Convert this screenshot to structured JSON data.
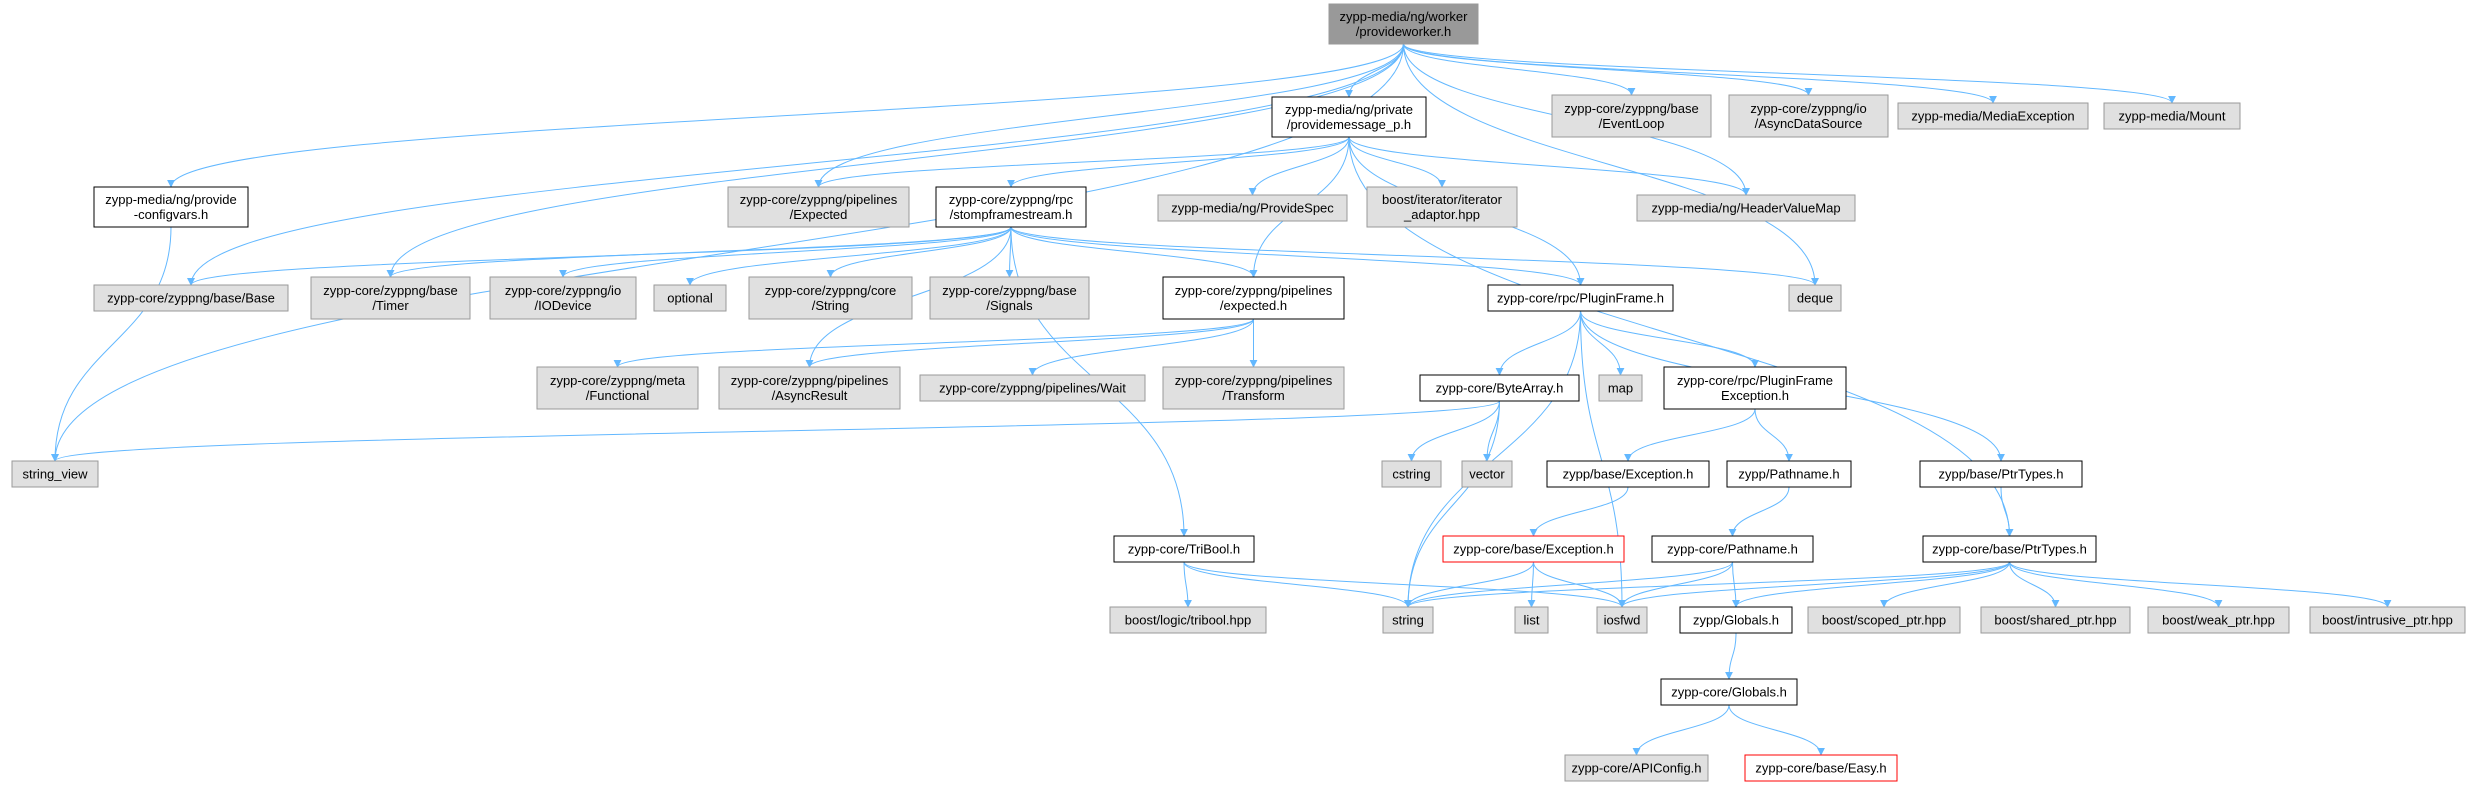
{
  "graph": {
    "nodes": [
      {
        "id": "root",
        "lines": [
          "zypp-media/ng/worker",
          "/provideworker.h"
        ],
        "style": "root"
      },
      {
        "id": "provideconfigvars",
        "lines": [
          "zypp-media/ng/provide",
          "-configvars.h"
        ],
        "style": "plain"
      },
      {
        "id": "providemessage",
        "lines": [
          "zypp-media/ng/private",
          "/providemessage_p.h"
        ],
        "style": "plain"
      },
      {
        "id": "eventloop",
        "lines": [
          "zypp-core/zyppng/base",
          "/EventLoop"
        ],
        "style": "gray"
      },
      {
        "id": "asyncdatasource",
        "lines": [
          "zypp-core/zyppng/io",
          "/AsyncDataSource"
        ],
        "style": "gray"
      },
      {
        "id": "mediaexception",
        "lines": [
          "zypp-media/MediaException"
        ],
        "style": "gray"
      },
      {
        "id": "mount",
        "lines": [
          "zypp-media/Mount"
        ],
        "style": "gray"
      },
      {
        "id": "pipelines_Expected",
        "lines": [
          "zypp-core/zyppng/pipelines",
          "/Expected"
        ],
        "style": "gray"
      },
      {
        "id": "stompframestream",
        "lines": [
          "zypp-core/zyppng/rpc",
          "/stompframestream.h"
        ],
        "style": "plain"
      },
      {
        "id": "providespec",
        "lines": [
          "zypp-media/ng/ProvideSpec"
        ],
        "style": "gray"
      },
      {
        "id": "iterator_adaptor",
        "lines": [
          "boost/iterator/iterator",
          "_adaptor.hpp"
        ],
        "style": "gray"
      },
      {
        "id": "headervaluemap",
        "lines": [
          "zypp-media/ng/HeaderValueMap"
        ],
        "style": "gray"
      },
      {
        "id": "base_Base",
        "lines": [
          "zypp-core/zyppng/base/Base"
        ],
        "style": "gray"
      },
      {
        "id": "base_Timer",
        "lines": [
          "zypp-core/zyppng/base",
          "/Timer"
        ],
        "style": "gray"
      },
      {
        "id": "io_IODevice",
        "lines": [
          "zypp-core/zyppng/io",
          "/IODevice"
        ],
        "style": "gray"
      },
      {
        "id": "optional",
        "lines": [
          "optional"
        ],
        "style": "gray"
      },
      {
        "id": "core_String",
        "lines": [
          "zypp-core/zyppng/core",
          "/String"
        ],
        "style": "gray"
      },
      {
        "id": "base_Signals",
        "lines": [
          "zypp-core/zyppng/base",
          "/Signals"
        ],
        "style": "gray"
      },
      {
        "id": "pipelines_expected_h",
        "lines": [
          "zypp-core/zyppng/pipelines",
          "/expected.h"
        ],
        "style": "plain"
      },
      {
        "id": "pluginframe",
        "lines": [
          "zypp-core/rpc/PluginFrame.h"
        ],
        "style": "plain"
      },
      {
        "id": "deque",
        "lines": [
          "deque"
        ],
        "style": "gray"
      },
      {
        "id": "meta_Functional",
        "lines": [
          "zypp-core/zyppng/meta",
          "/Functional"
        ],
        "style": "gray"
      },
      {
        "id": "pipelines_AsyncResult",
        "lines": [
          "zypp-core/zyppng/pipelines",
          "/AsyncResult"
        ],
        "style": "gray"
      },
      {
        "id": "pipelines_Wait",
        "lines": [
          "zypp-core/zyppng/pipelines/Wait"
        ],
        "style": "gray"
      },
      {
        "id": "pipelines_Transform",
        "lines": [
          "zypp-core/zyppng/pipelines",
          "/Transform"
        ],
        "style": "gray"
      },
      {
        "id": "bytearray",
        "lines": [
          "zypp-core/ByteArray.h"
        ],
        "style": "plain"
      },
      {
        "id": "map",
        "lines": [
          "map"
        ],
        "style": "gray"
      },
      {
        "id": "pluginframeexception",
        "lines": [
          "zypp-core/rpc/PluginFrame",
          "Exception.h"
        ],
        "style": "plain"
      },
      {
        "id": "string_view",
        "lines": [
          "string_view"
        ],
        "style": "gray"
      },
      {
        "id": "cstring",
        "lines": [
          "cstring"
        ],
        "style": "gray"
      },
      {
        "id": "vector",
        "lines": [
          "vector"
        ],
        "style": "gray"
      },
      {
        "id": "zypp_base_Exception",
        "lines": [
          "zypp/base/Exception.h"
        ],
        "style": "plain"
      },
      {
        "id": "zypp_Pathname",
        "lines": [
          "zypp/Pathname.h"
        ],
        "style": "plain"
      },
      {
        "id": "zypp_base_PtrTypes",
        "lines": [
          "zypp/base/PtrTypes.h"
        ],
        "style": "plain"
      },
      {
        "id": "tribool",
        "lines": [
          "zypp-core/TriBool.h"
        ],
        "style": "plain"
      },
      {
        "id": "core_base_Exception",
        "lines": [
          "zypp-core/base/Exception.h"
        ],
        "style": "red"
      },
      {
        "id": "core_Pathname",
        "lines": [
          "zypp-core/Pathname.h"
        ],
        "style": "plain"
      },
      {
        "id": "core_base_PtrTypes",
        "lines": [
          "zypp-core/base/PtrTypes.h"
        ],
        "style": "plain"
      },
      {
        "id": "logic_tribool",
        "lines": [
          "boost/logic/tribool.hpp"
        ],
        "style": "gray"
      },
      {
        "id": "string",
        "lines": [
          "string"
        ],
        "style": "gray"
      },
      {
        "id": "list",
        "lines": [
          "list"
        ],
        "style": "gray"
      },
      {
        "id": "iosfwd",
        "lines": [
          "iosfwd"
        ],
        "style": "gray"
      },
      {
        "id": "zypp_Globals",
        "lines": [
          "zypp/Globals.h"
        ],
        "style": "plain"
      },
      {
        "id": "scoped_ptr",
        "lines": [
          "boost/scoped_ptr.hpp"
        ],
        "style": "gray"
      },
      {
        "id": "shared_ptr",
        "lines": [
          "boost/shared_ptr.hpp"
        ],
        "style": "gray"
      },
      {
        "id": "weak_ptr",
        "lines": [
          "boost/weak_ptr.hpp"
        ],
        "style": "gray"
      },
      {
        "id": "intrusive_ptr",
        "lines": [
          "boost/intrusive_ptr.hpp"
        ],
        "style": "gray"
      },
      {
        "id": "core_Globals",
        "lines": [
          "zypp-core/Globals.h"
        ],
        "style": "plain"
      },
      {
        "id": "apiconfig",
        "lines": [
          "zypp-core/APIConfig.h"
        ],
        "style": "gray"
      },
      {
        "id": "base_Easy",
        "lines": [
          "zypp-core/base/Easy.h"
        ],
        "style": "red"
      }
    ],
    "edges": [
      [
        "root",
        "string_view"
      ],
      [
        "root",
        "provideconfigvars"
      ],
      [
        "root",
        "base_Base"
      ],
      [
        "root",
        "base_Timer"
      ],
      [
        "root",
        "pipelines_Expected"
      ],
      [
        "root",
        "providemessage"
      ],
      [
        "root",
        "headervaluemap"
      ],
      [
        "root",
        "eventloop"
      ],
      [
        "root",
        "asyncdatasource"
      ],
      [
        "root",
        "mediaexception"
      ],
      [
        "root",
        "mount"
      ],
      [
        "root",
        "deque"
      ],
      [
        "provideconfigvars",
        "string_view"
      ],
      [
        "providemessage",
        "pipelines_Expected"
      ],
      [
        "providemessage",
        "stompframestream"
      ],
      [
        "providemessage",
        "providespec"
      ],
      [
        "providemessage",
        "iterator_adaptor"
      ],
      [
        "providemessage",
        "headervaluemap"
      ],
      [
        "providemessage",
        "pipelines_expected_h"
      ],
      [
        "providemessage",
        "pluginframe"
      ],
      [
        "providemessage",
        "core_base_PtrTypes"
      ],
      [
        "stompframestream",
        "base_Base"
      ],
      [
        "stompframestream",
        "base_Timer"
      ],
      [
        "stompframestream",
        "io_IODevice"
      ],
      [
        "stompframestream",
        "optional"
      ],
      [
        "stompframestream",
        "core_String"
      ],
      [
        "stompframestream",
        "base_Signals"
      ],
      [
        "stompframestream",
        "pipelines_expected_h"
      ],
      [
        "stompframestream",
        "pluginframe"
      ],
      [
        "stompframestream",
        "deque"
      ],
      [
        "stompframestream",
        "pipelines_AsyncResult"
      ],
      [
        "stompframestream",
        "tribool"
      ],
      [
        "pipelines_expected_h",
        "meta_Functional"
      ],
      [
        "pipelines_expected_h",
        "pipelines_AsyncResult"
      ],
      [
        "pipelines_expected_h",
        "pipelines_Wait"
      ],
      [
        "pipelines_expected_h",
        "pipelines_Transform"
      ],
      [
        "pluginframe",
        "bytearray"
      ],
      [
        "pluginframe",
        "map"
      ],
      [
        "pluginframe",
        "pluginframeexception"
      ],
      [
        "pluginframe",
        "zypp_base_PtrTypes"
      ],
      [
        "pluginframe",
        "string"
      ],
      [
        "pluginframe",
        "iosfwd"
      ],
      [
        "bytearray",
        "string_view"
      ],
      [
        "bytearray",
        "cstring"
      ],
      [
        "bytearray",
        "vector"
      ],
      [
        "bytearray",
        "string"
      ],
      [
        "pluginframeexception",
        "zypp_base_Exception"
      ],
      [
        "pluginframeexception",
        "zypp_Pathname"
      ],
      [
        "zypp_base_Exception",
        "core_base_Exception"
      ],
      [
        "zypp_Pathname",
        "core_Pathname"
      ],
      [
        "zypp_base_PtrTypes",
        "core_base_PtrTypes"
      ],
      [
        "tribool",
        "logic_tribool"
      ],
      [
        "tribool",
        "string"
      ],
      [
        "tribool",
        "iosfwd"
      ],
      [
        "core_base_Exception",
        "string"
      ],
      [
        "core_base_Exception",
        "list"
      ],
      [
        "core_base_Exception",
        "iosfwd"
      ],
      [
        "core_Pathname",
        "string"
      ],
      [
        "core_Pathname",
        "iosfwd"
      ],
      [
        "core_Pathname",
        "zypp_Globals"
      ],
      [
        "core_base_PtrTypes",
        "string"
      ],
      [
        "core_base_PtrTypes",
        "iosfwd"
      ],
      [
        "core_base_PtrTypes",
        "zypp_Globals"
      ],
      [
        "core_base_PtrTypes",
        "scoped_ptr"
      ],
      [
        "core_base_PtrTypes",
        "shared_ptr"
      ],
      [
        "core_base_PtrTypes",
        "weak_ptr"
      ],
      [
        "core_base_PtrTypes",
        "intrusive_ptr"
      ],
      [
        "zypp_Globals",
        "core_Globals"
      ],
      [
        "core_Globals",
        "apiconfig"
      ],
      [
        "core_Globals",
        "base_Easy"
      ]
    ]
  },
  "colors": {
    "root_fill": "#999999",
    "gray_fill": "#e0e0e0",
    "gray_stroke": "#999999",
    "plain_stroke": "#000000",
    "red_stroke": "#ff0000",
    "edge": "#63b8ff"
  }
}
